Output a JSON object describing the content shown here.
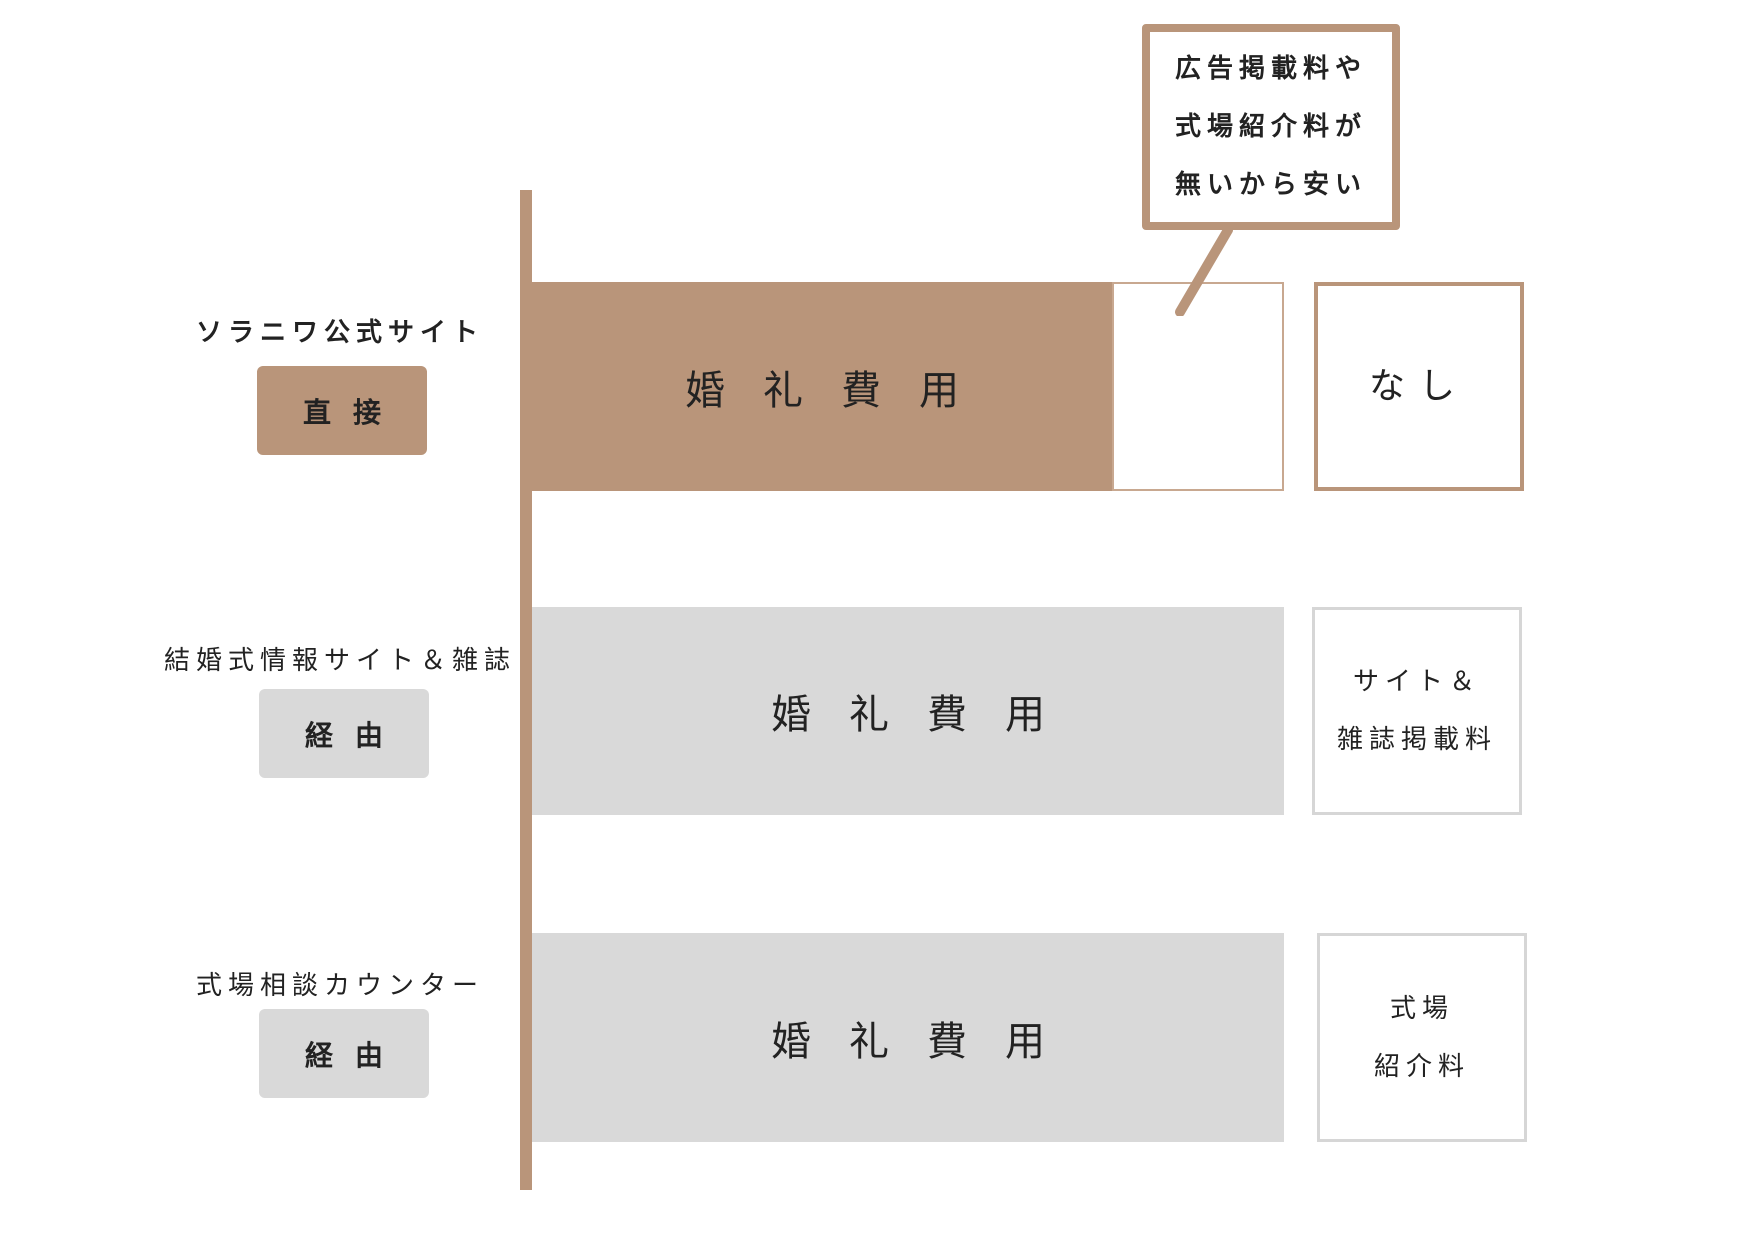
{
  "colors": {
    "brand": "#b9957a",
    "gray": "#d9d9d9",
    "border_gray": "#d6d6d6",
    "text": "#222222"
  },
  "rows": [
    {
      "label": "ソラニワ公式サイト",
      "badge": "直接",
      "bar_label": "婚礼費用",
      "fee_lines": [
        "なし"
      ]
    },
    {
      "label": "結婚式情報サイト＆雑誌",
      "badge": "経由",
      "bar_label": "婚礼費用",
      "fee_lines": [
        "サイト＆",
        "雑誌掲載料"
      ]
    },
    {
      "label": "式場相談カウンター",
      "badge": "経由",
      "bar_label": "婚礼費用",
      "fee_lines": [
        "式場",
        "紹介料"
      ]
    }
  ],
  "callout": {
    "lines": [
      "広告掲載料や",
      "式場紹介料が",
      "無いから安い"
    ]
  }
}
